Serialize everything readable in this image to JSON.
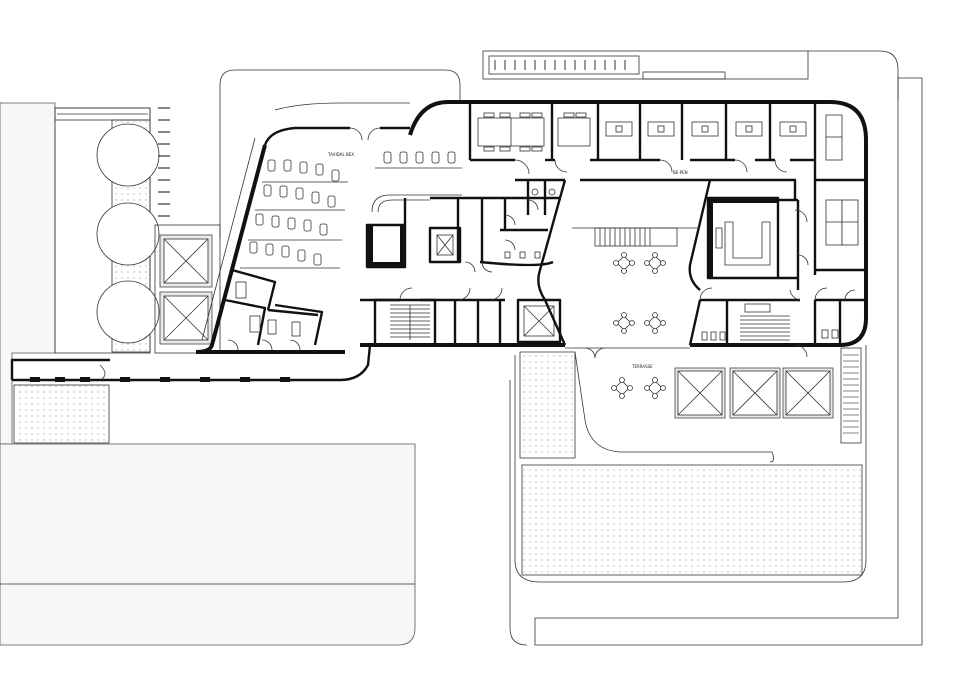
{
  "plan": {
    "labels": {
      "open_office": "TAXIDAL BEX",
      "corridor": "BE-PEN",
      "terrace": "TERRASSE"
    }
  }
}
